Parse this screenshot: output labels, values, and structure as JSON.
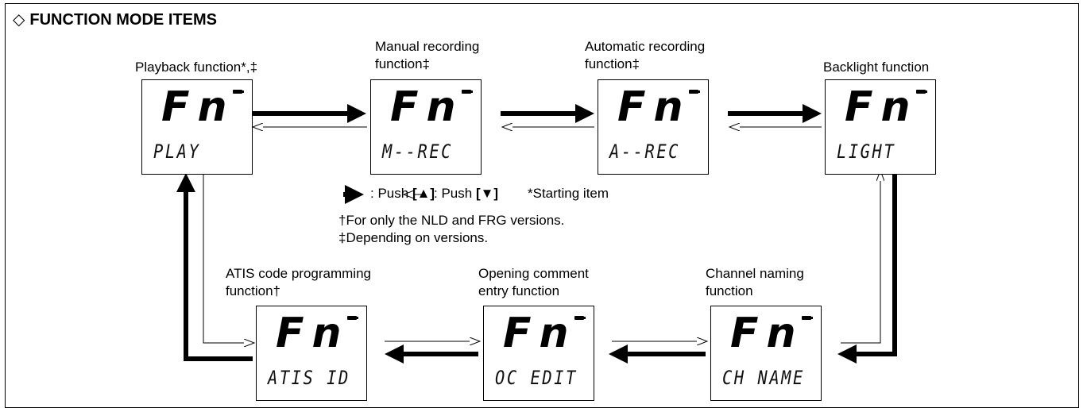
{
  "title": "FUNCTION MODE ITEMS",
  "title_symbol": "◇",
  "top_row": [
    {
      "caption": [
        "Playback function*,‡"
      ],
      "mode": "PLAY"
    },
    {
      "caption": [
        "Manual recording",
        "function‡"
      ],
      "mode": "M--REC"
    },
    {
      "caption": [
        "Automatic recording",
        "function‡"
      ],
      "mode": "A--REC"
    },
    {
      "caption": [
        "Backlight function"
      ],
      "mode": "LIGHT"
    }
  ],
  "bottom_row": [
    {
      "caption": [
        "ATIS code programming",
        "function†"
      ],
      "mode": "ATIS ID"
    },
    {
      "caption": [
        "Opening comment",
        "entry function"
      ],
      "mode": "OC EDIT"
    },
    {
      "caption": [
        "Channel naming",
        "function"
      ],
      "mode": "CH NAME"
    }
  ],
  "display_symbol": "Fn",
  "legend": {
    "push_up": ": Push",
    "push_up_key": "[▲]",
    "push_down": ": Push",
    "push_down_key": "[▼]",
    "starting": "*Starting item"
  },
  "notes": [
    "†For only the NLD and FRG versions.",
    "‡Depending on versions."
  ]
}
